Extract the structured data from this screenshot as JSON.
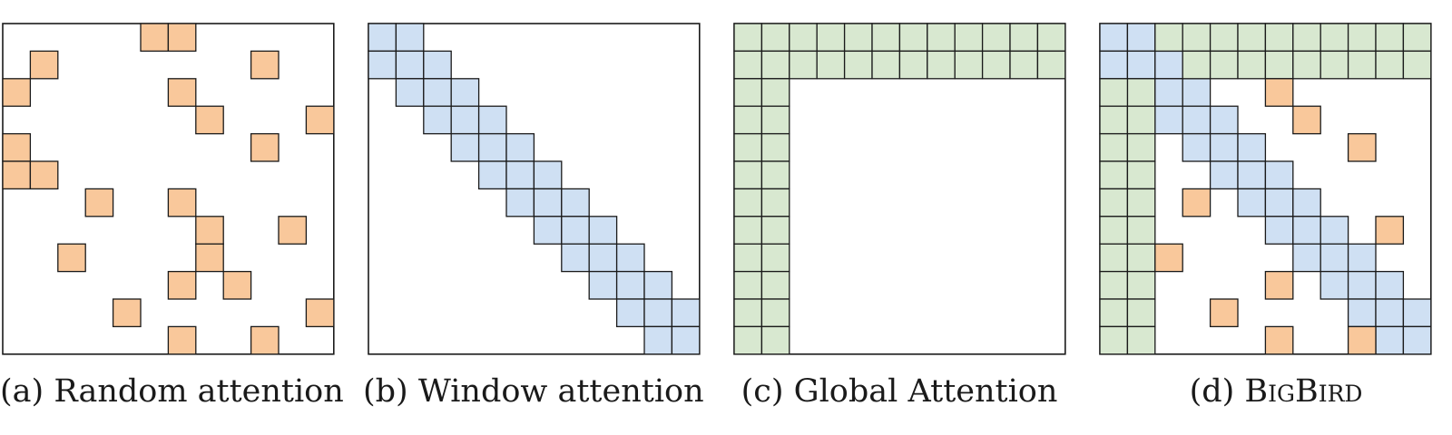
{
  "colors": {
    "random": "#f9c89b",
    "window": "#cfe0f3",
    "global": "#d8e8d0",
    "grid_line": "#1a1a1a",
    "frame": "#1a1a1a"
  },
  "grid_size": 12,
  "panels": [
    {
      "id": "a",
      "caption_prefix": "(a) ",
      "caption_label": "Random attention",
      "caption_smallcaps": false,
      "random_cells": [
        [
          0,
          5
        ],
        [
          0,
          6
        ],
        [
          1,
          1
        ],
        [
          1,
          9
        ],
        [
          2,
          0
        ],
        [
          2,
          6
        ],
        [
          3,
          7
        ],
        [
          3,
          11
        ],
        [
          4,
          0
        ],
        [
          4,
          9
        ],
        [
          5,
          0
        ],
        [
          5,
          1
        ],
        [
          6,
          3
        ],
        [
          6,
          6
        ],
        [
          7,
          7
        ],
        [
          7,
          10
        ],
        [
          8,
          2
        ],
        [
          8,
          7
        ],
        [
          9,
          6
        ],
        [
          9,
          8
        ],
        [
          10,
          4
        ],
        [
          10,
          11
        ],
        [
          11,
          6
        ],
        [
          11,
          9
        ]
      ],
      "window_width": 0,
      "global_count": 0
    },
    {
      "id": "b",
      "caption_prefix": "(b) ",
      "caption_label": "Window attention",
      "caption_smallcaps": false,
      "random_cells": [],
      "window_width": 1,
      "global_count": 0
    },
    {
      "id": "c",
      "caption_prefix": "(c) ",
      "caption_label": "Global Attention",
      "caption_smallcaps": false,
      "random_cells": [],
      "window_width": 0,
      "global_count": 2
    },
    {
      "id": "d",
      "caption_prefix": "(d) ",
      "caption_label": "BigBird",
      "caption_smallcaps": true,
      "random_cells": [
        [
          2,
          6
        ],
        [
          3,
          7
        ],
        [
          4,
          9
        ],
        [
          6,
          3
        ],
        [
          7,
          10
        ],
        [
          8,
          2
        ],
        [
          9,
          6
        ],
        [
          10,
          4
        ],
        [
          11,
          6
        ],
        [
          11,
          9
        ]
      ],
      "window_width": 1,
      "global_count": 2
    }
  ]
}
